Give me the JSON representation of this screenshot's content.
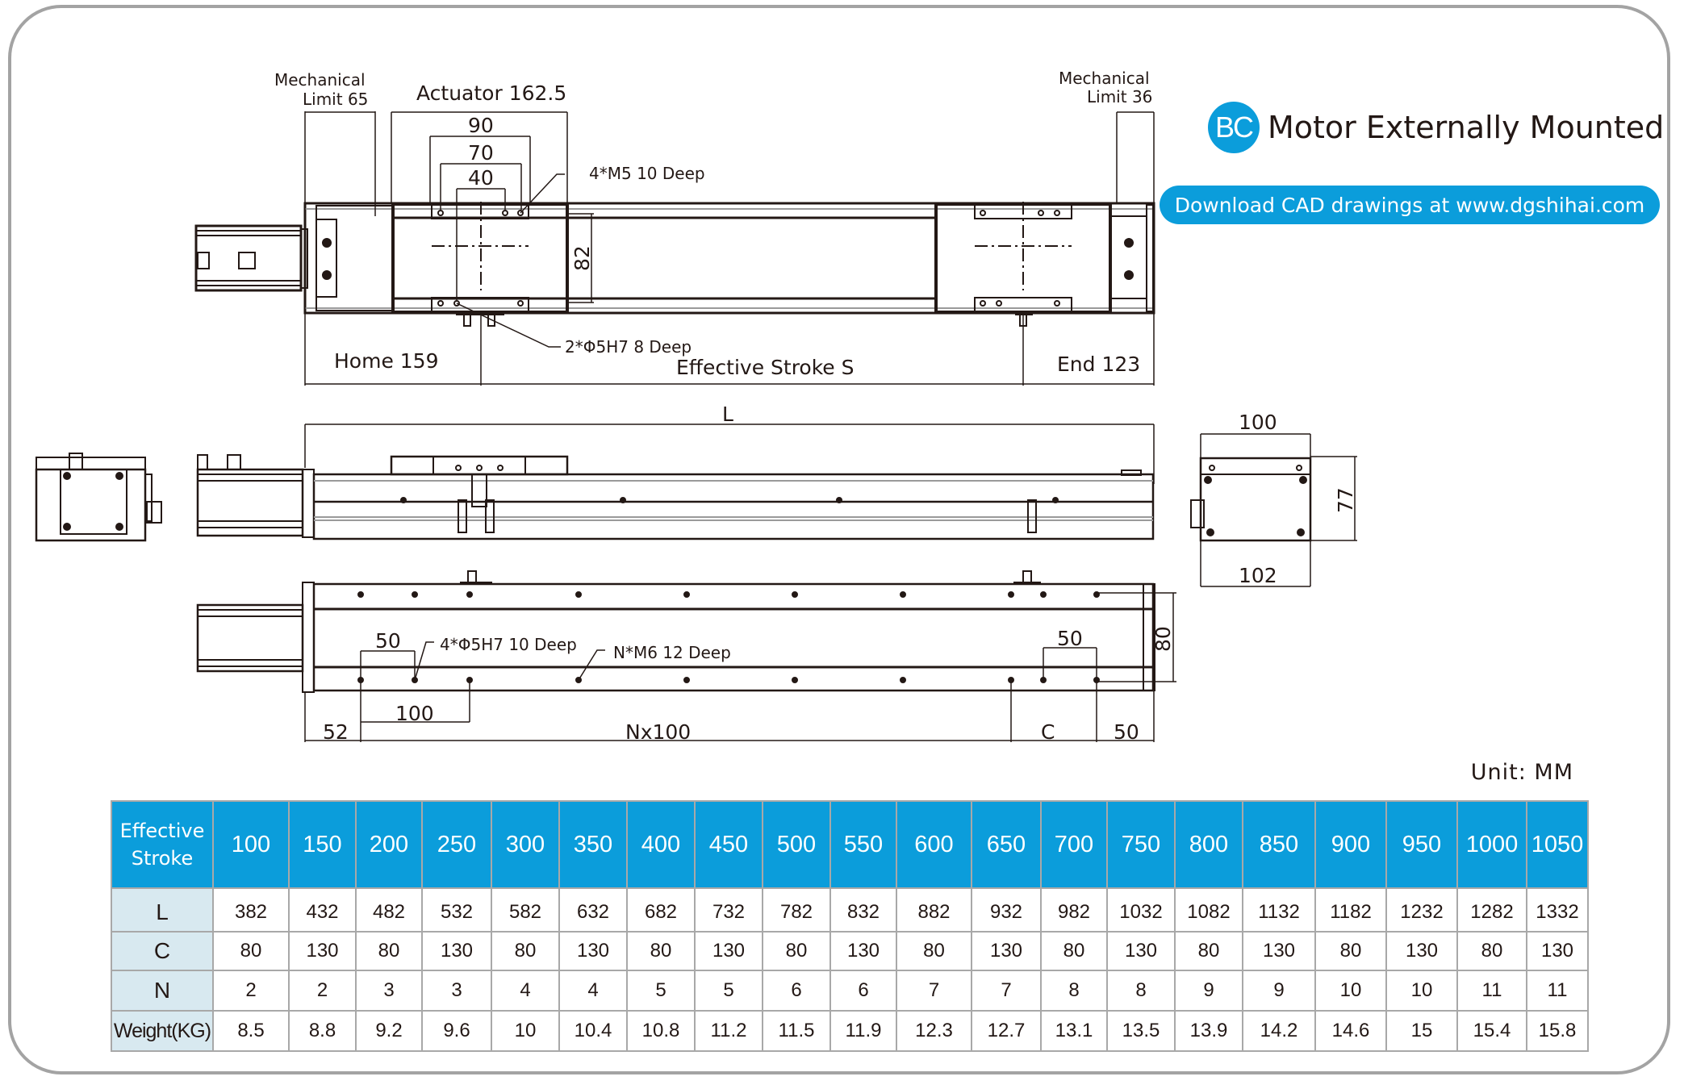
{
  "header": {
    "badge": "BC",
    "title": "Motor Externally Mounted",
    "cad_link": "Download CAD drawings at www.dgshihai.com",
    "brand_color": "#0b9ddb"
  },
  "drawing": {
    "top_view": {
      "mech_limit_left_line1": "Mechanical",
      "mech_limit_left_line2": "Limit 65",
      "actuator": "Actuator 162.5",
      "dim_90": "90",
      "dim_70": "70",
      "dim_40": "40",
      "hole_note_m5": "4*M5 10 Deep",
      "dim_82": "82",
      "hole_note_phi5": "2*Φ5H7 8 Deep",
      "mech_limit_right_line1": "Mechanical",
      "mech_limit_right_line2": "Limit 36",
      "home": "Home 159",
      "effective_stroke": "Effective Stroke S",
      "end": "End 123"
    },
    "side_view": {
      "length_label": "L"
    },
    "end_view": {
      "width_top": "100",
      "width_bottom": "102",
      "height": "77"
    },
    "bottom_view": {
      "dim_50_left": "50",
      "hole_note_phi5": "4*Φ5H7  10 Deep",
      "hole_note_m6": "N*M6  12 Deep",
      "dim_50_right": "50",
      "dim_80": "80",
      "dim_100": "100",
      "dim_52": "52",
      "pitch": "Nx100",
      "dim_c": "C",
      "dim_50_end": "50"
    }
  },
  "table": {
    "unit": "Unit: MM",
    "header_line1": "Effective",
    "header_line2": "Stroke",
    "strokes": [
      "100",
      "150",
      "200",
      "250",
      "300",
      "350",
      "400",
      "450",
      "500",
      "550",
      "600",
      "650",
      "700",
      "750",
      "800",
      "850",
      "900",
      "950",
      "1000",
      "1050"
    ],
    "rows": [
      {
        "label": "L",
        "values": [
          "382",
          "432",
          "482",
          "532",
          "582",
          "632",
          "682",
          "732",
          "782",
          "832",
          "882",
          "932",
          "982",
          "1032",
          "1082",
          "1132",
          "1182",
          "1232",
          "1282",
          "1332"
        ]
      },
      {
        "label": "C",
        "values": [
          "80",
          "130",
          "80",
          "130",
          "80",
          "130",
          "80",
          "130",
          "80",
          "130",
          "80",
          "130",
          "80",
          "130",
          "80",
          "130",
          "80",
          "130",
          "80",
          "130"
        ]
      },
      {
        "label": "N",
        "values": [
          "2",
          "2",
          "3",
          "3",
          "4",
          "4",
          "5",
          "5",
          "6",
          "6",
          "7",
          "7",
          "8",
          "8",
          "9",
          "9",
          "10",
          "10",
          "11",
          "11"
        ]
      },
      {
        "label": "Weight(KG)",
        "values": [
          "8.5",
          "8.8",
          "9.2",
          "9.6",
          "10",
          "10.4",
          "10.8",
          "11.2",
          "11.5",
          "11.9",
          "12.3",
          "12.7",
          "13.1",
          "13.5",
          "13.9",
          "14.2",
          "14.6",
          "15",
          "15.4",
          "15.8"
        ]
      }
    ]
  }
}
